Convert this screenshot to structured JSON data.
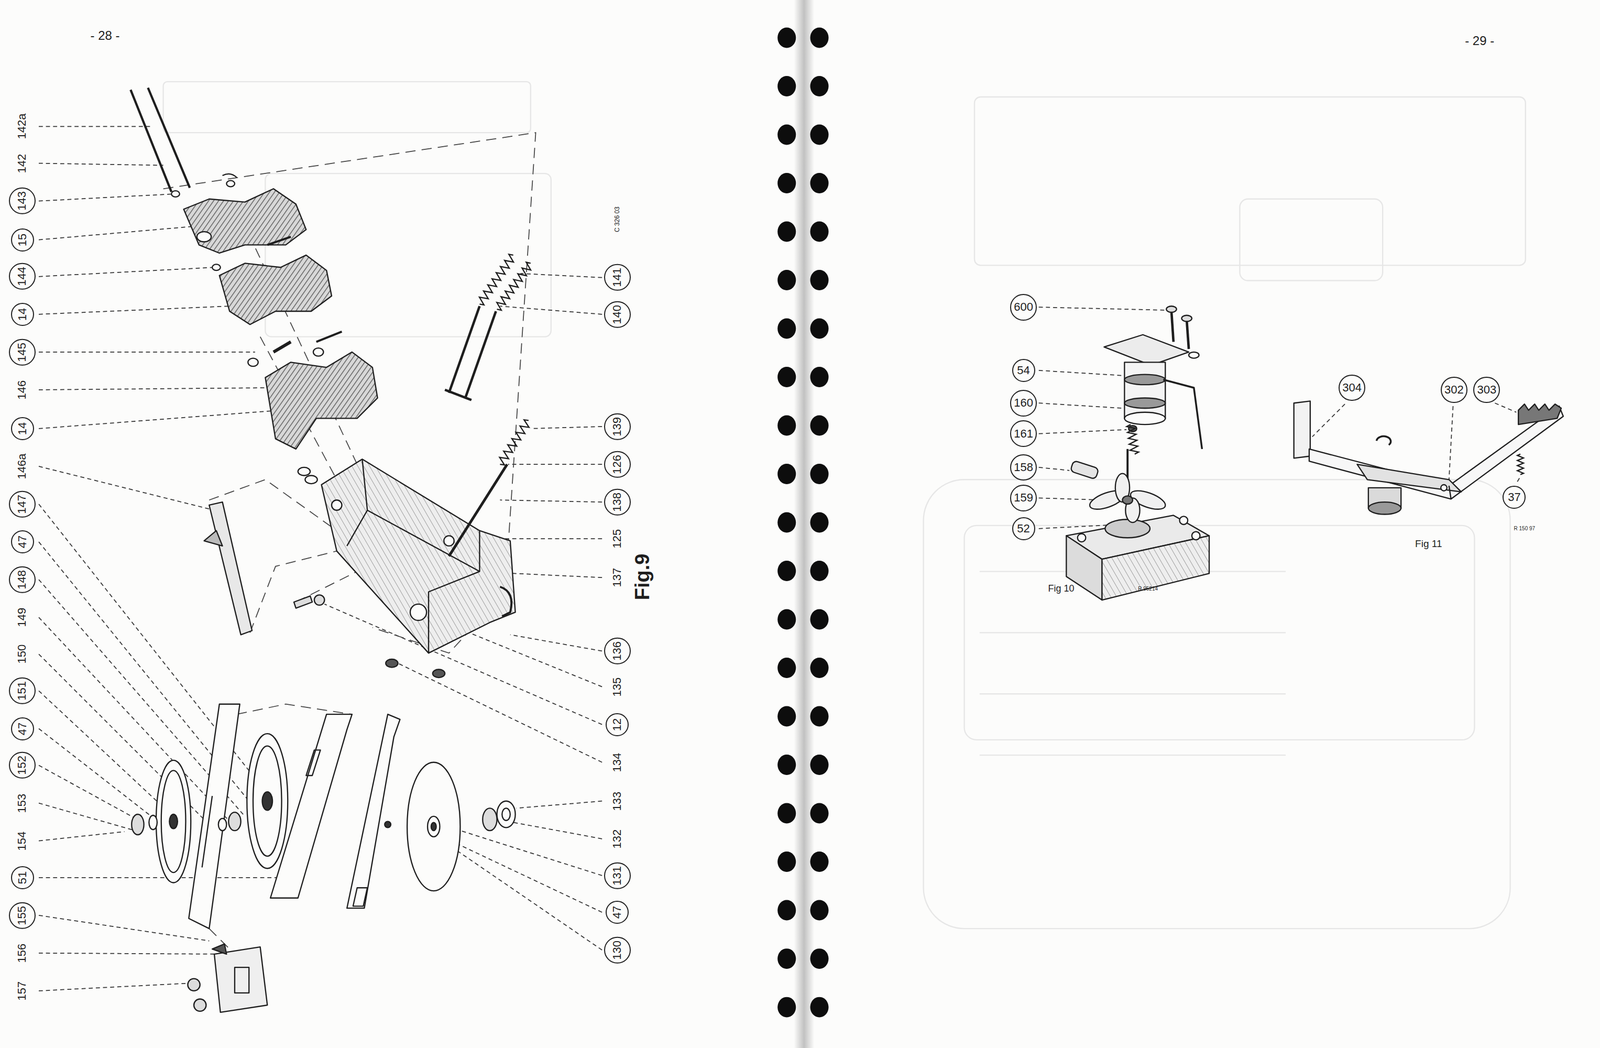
{
  "diagram": {
    "nodes": [
      {
        "text": [
          "143"
        ]
      },
      {
        "text": [
          "15"
        ]
      },
      {
        "text": [
          "144"
        ]
      },
      {
        "text": [
          "14"
        ]
      },
      {
        "text": [
          "145"
        ]
      },
      {
        "text": [
          "14"
        ]
      },
      {
        "text": [
          "147"
        ]
      },
      {
        "text": [
          "47"
        ]
      },
      {
        "text": [
          "148"
        ]
      },
      {
        "text": [
          "151"
        ]
      },
      {
        "text": [
          "47"
        ]
      },
      {
        "text": [
          "152"
        ]
      },
      {
        "text": [
          "51"
        ]
      },
      {
        "text": [
          "155"
        ]
      },
      {
        "text": [
          "141"
        ]
      },
      {
        "text": [
          "140"
        ]
      },
      {
        "text": [
          "139"
        ]
      },
      {
        "text": [
          "126"
        ]
      },
      {
        "text": [
          "138"
        ]
      },
      {
        "text": [
          "136"
        ]
      },
      {
        "text": [
          "12"
        ]
      },
      {
        "text": [
          "131"
        ]
      },
      {
        "text": [
          "47"
        ]
      },
      {
        "text": [
          "130"
        ]
      },
      {
        "text": [
          "600"
        ]
      },
      {
        "text": [
          "54"
        ]
      },
      {
        "text": [
          "160"
        ]
      },
      {
        "text": [
          "161"
        ]
      },
      {
        "text": [
          "158"
        ]
      },
      {
        "text": [
          "159"
        ]
      },
      {
        "text": [
          "52"
        ]
      },
      {
        "text": [
          "304"
        ]
      },
      {
        "text": [
          "302"
        ]
      },
      {
        "text": [
          "303"
        ]
      },
      {
        "text": [
          "37"
        ]
      }
    ],
    "labels": [
      "- 28 -",
      "- 29 -",
      "142a",
      "142",
      "146",
      "146a",
      "149",
      "150",
      "153",
      "154",
      "156",
      "157",
      "125",
      "137",
      "135",
      "134",
      "133",
      "132",
      "Fig.9",
      "C 326 03",
      "Fig 10",
      "R 95214",
      "Fig 11",
      "R 150 97"
    ]
  }
}
